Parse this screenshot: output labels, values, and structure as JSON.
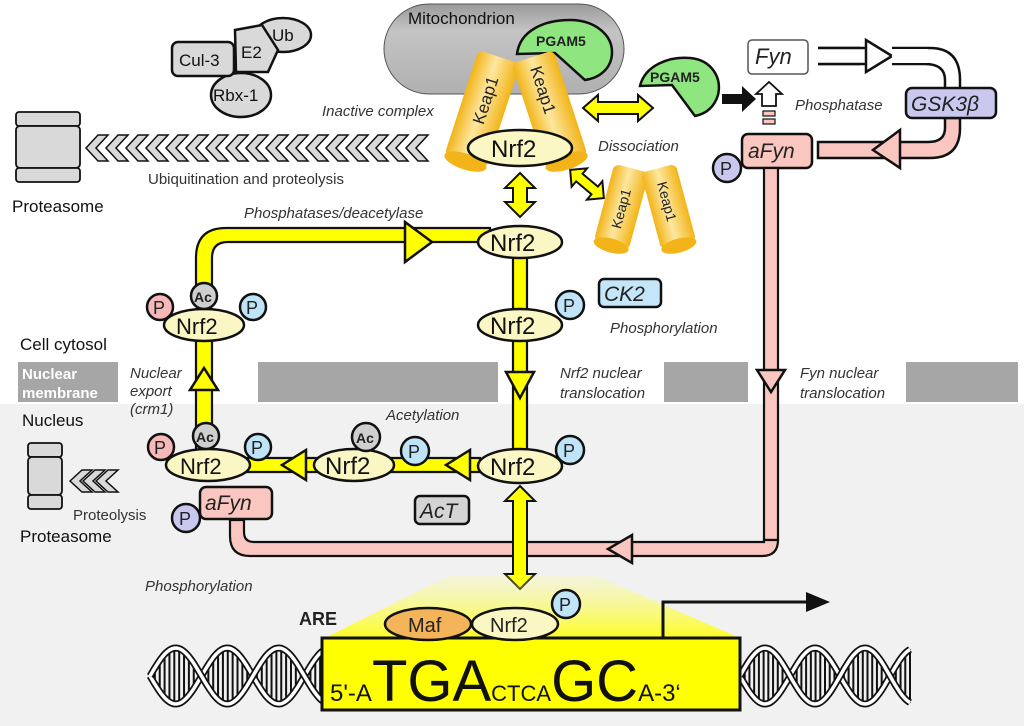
{
  "colors": {
    "nucleus_bg": "#f1f1f1",
    "membrane": "#a6a6a6",
    "nrf2_fill": "#fbf7c4",
    "yellow_path": "#ffff00",
    "fyn_path": "#f9c6c0",
    "p_red": "#f6b8b8",
    "p_blue": "#bfe3f7",
    "p_violet": "#c8c8ee",
    "ac_gray": "#cfcfcf",
    "keap1": "#f7c63a",
    "pgam5": "#8fe57f",
    "maf": "#f4b45a",
    "gsk3b": "#c9c9ef",
    "ck2": "#c4e6f8",
    "mitochondrion": "#b9b9b9"
  },
  "regions": {
    "cytosol": "Cell cytosol",
    "membrane_line1": "Nuclear",
    "membrane_line2": "membrane",
    "nucleus": "Nucleus"
  },
  "ubiquitin_complex": {
    "cul3": "Cul-3",
    "e2": "E2",
    "ub": "Ub",
    "rbx1": "Rbx-1"
  },
  "mitochondrion": {
    "label": "Mitochondrion",
    "pgam5": "PGAM5",
    "keap1_left": "Keap1",
    "keap1_right": "Keap1",
    "nrf2": "Nrf2",
    "inactive_complex": "Inactive complex"
  },
  "dissociation": {
    "label": "Dissociation",
    "pgam5": "PGAM5",
    "keap1_left": "Keap1",
    "keap1_right": "Keap1"
  },
  "proteasome_top": {
    "label": "Proteasome",
    "process": "Ubiquitination and proteolysis"
  },
  "proteasome_bottom": {
    "label": "Proteasome",
    "process": "Proteolysis"
  },
  "fyn_pathway": {
    "fyn": "Fyn",
    "phosphatase": "Phosphatase",
    "gsk3b": "GSK3β",
    "afyn": "aFyn",
    "p": "P",
    "translocation_line1": "Fyn nuclear",
    "translocation_line2": "translocation"
  },
  "cytosol_cycle": {
    "phosphatases": "Phosphatases/deacetylase",
    "nrf2_free": "Nrf2",
    "nrf2_phos": "Nrf2",
    "ck2": "CK2",
    "phosphorylation": "Phosphorylation",
    "nrf2_modified": "Nrf2",
    "ac": "Ac",
    "p": "P",
    "translocation_line1": "Nrf2 nuclear",
    "translocation_line2": "translocation",
    "export_line1": "Nuclear",
    "export_line2": "export",
    "export_line3": "(crm1)"
  },
  "nucleus_cycle": {
    "acetylation": "Acetylation",
    "act": "AcT",
    "nrf2_left": "Nrf2",
    "nrf2_mid": "Nrf2",
    "nrf2_right": "Nrf2",
    "ac": "Ac",
    "p": "P",
    "afyn": "aFyn",
    "phosphorylation": "Phosphorylation"
  },
  "are": {
    "label": "ARE",
    "maf": "Maf",
    "nrf2": "Nrf2",
    "p": "P",
    "seq_prefix": "5'-A",
    "seq_tga": "TGA",
    "seq_ctca": "CTCA",
    "seq_gc": "GC",
    "seq_suffix": "A-3‘"
  }
}
